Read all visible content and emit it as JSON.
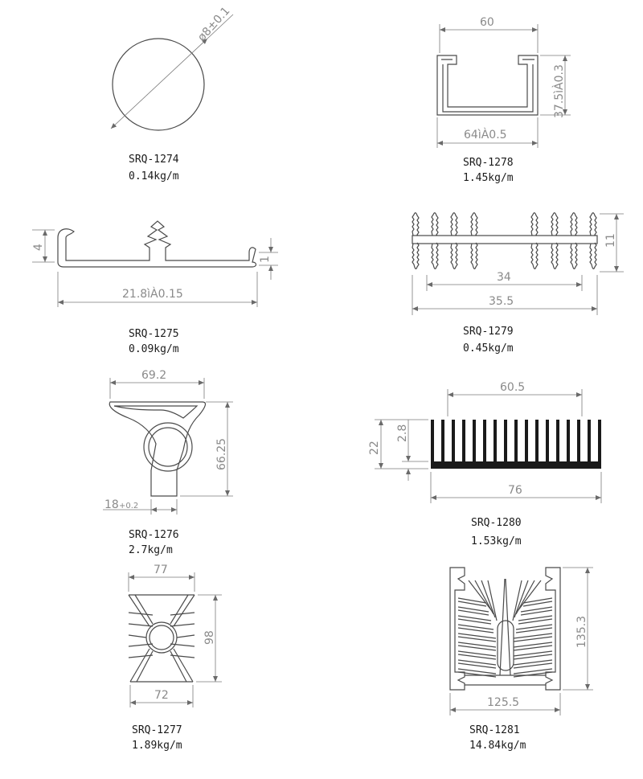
{
  "colors": {
    "line": "#5a5a5a",
    "dimension": "#8a8a8a",
    "text": "#1a1a1a",
    "fill": "#1a1a1a"
  },
  "parts": [
    {
      "code": "SRQ-1274",
      "weight": "0.14kg/m",
      "dims": [
        "ø8±0.1"
      ]
    },
    {
      "code": "SRQ-1278",
      "weight": "1.45kg/m",
      "dims": [
        "60",
        "37.5ìÀ0.3",
        "64ìÀ0.5"
      ]
    },
    {
      "code": "SRQ-1275",
      "weight": "0.09kg/m",
      "dims": [
        "4",
        "1",
        "21.8ìÀ0.15"
      ]
    },
    {
      "code": "SRQ-1279",
      "weight": "0.45kg/m",
      "dims": [
        "11",
        "34",
        "35.5"
      ]
    },
    {
      "code": "SRQ-1276",
      "weight": "2.7kg/m",
      "dims": [
        "69.2",
        "66.25",
        "18",
        "+0.2"
      ]
    },
    {
      "code": "SRQ-1280",
      "weight": "1.53kg/m",
      "dims": [
        "60.5",
        "22",
        "2.8",
        "76"
      ]
    },
    {
      "code": "SRQ-1277",
      "weight": "1.89kg/m",
      "dims": [
        "77",
        "98",
        "72"
      ]
    },
    {
      "code": "SRQ-1281",
      "weight": "14.84kg/m",
      "dims": [
        "135.3",
        "125.5"
      ]
    }
  ]
}
